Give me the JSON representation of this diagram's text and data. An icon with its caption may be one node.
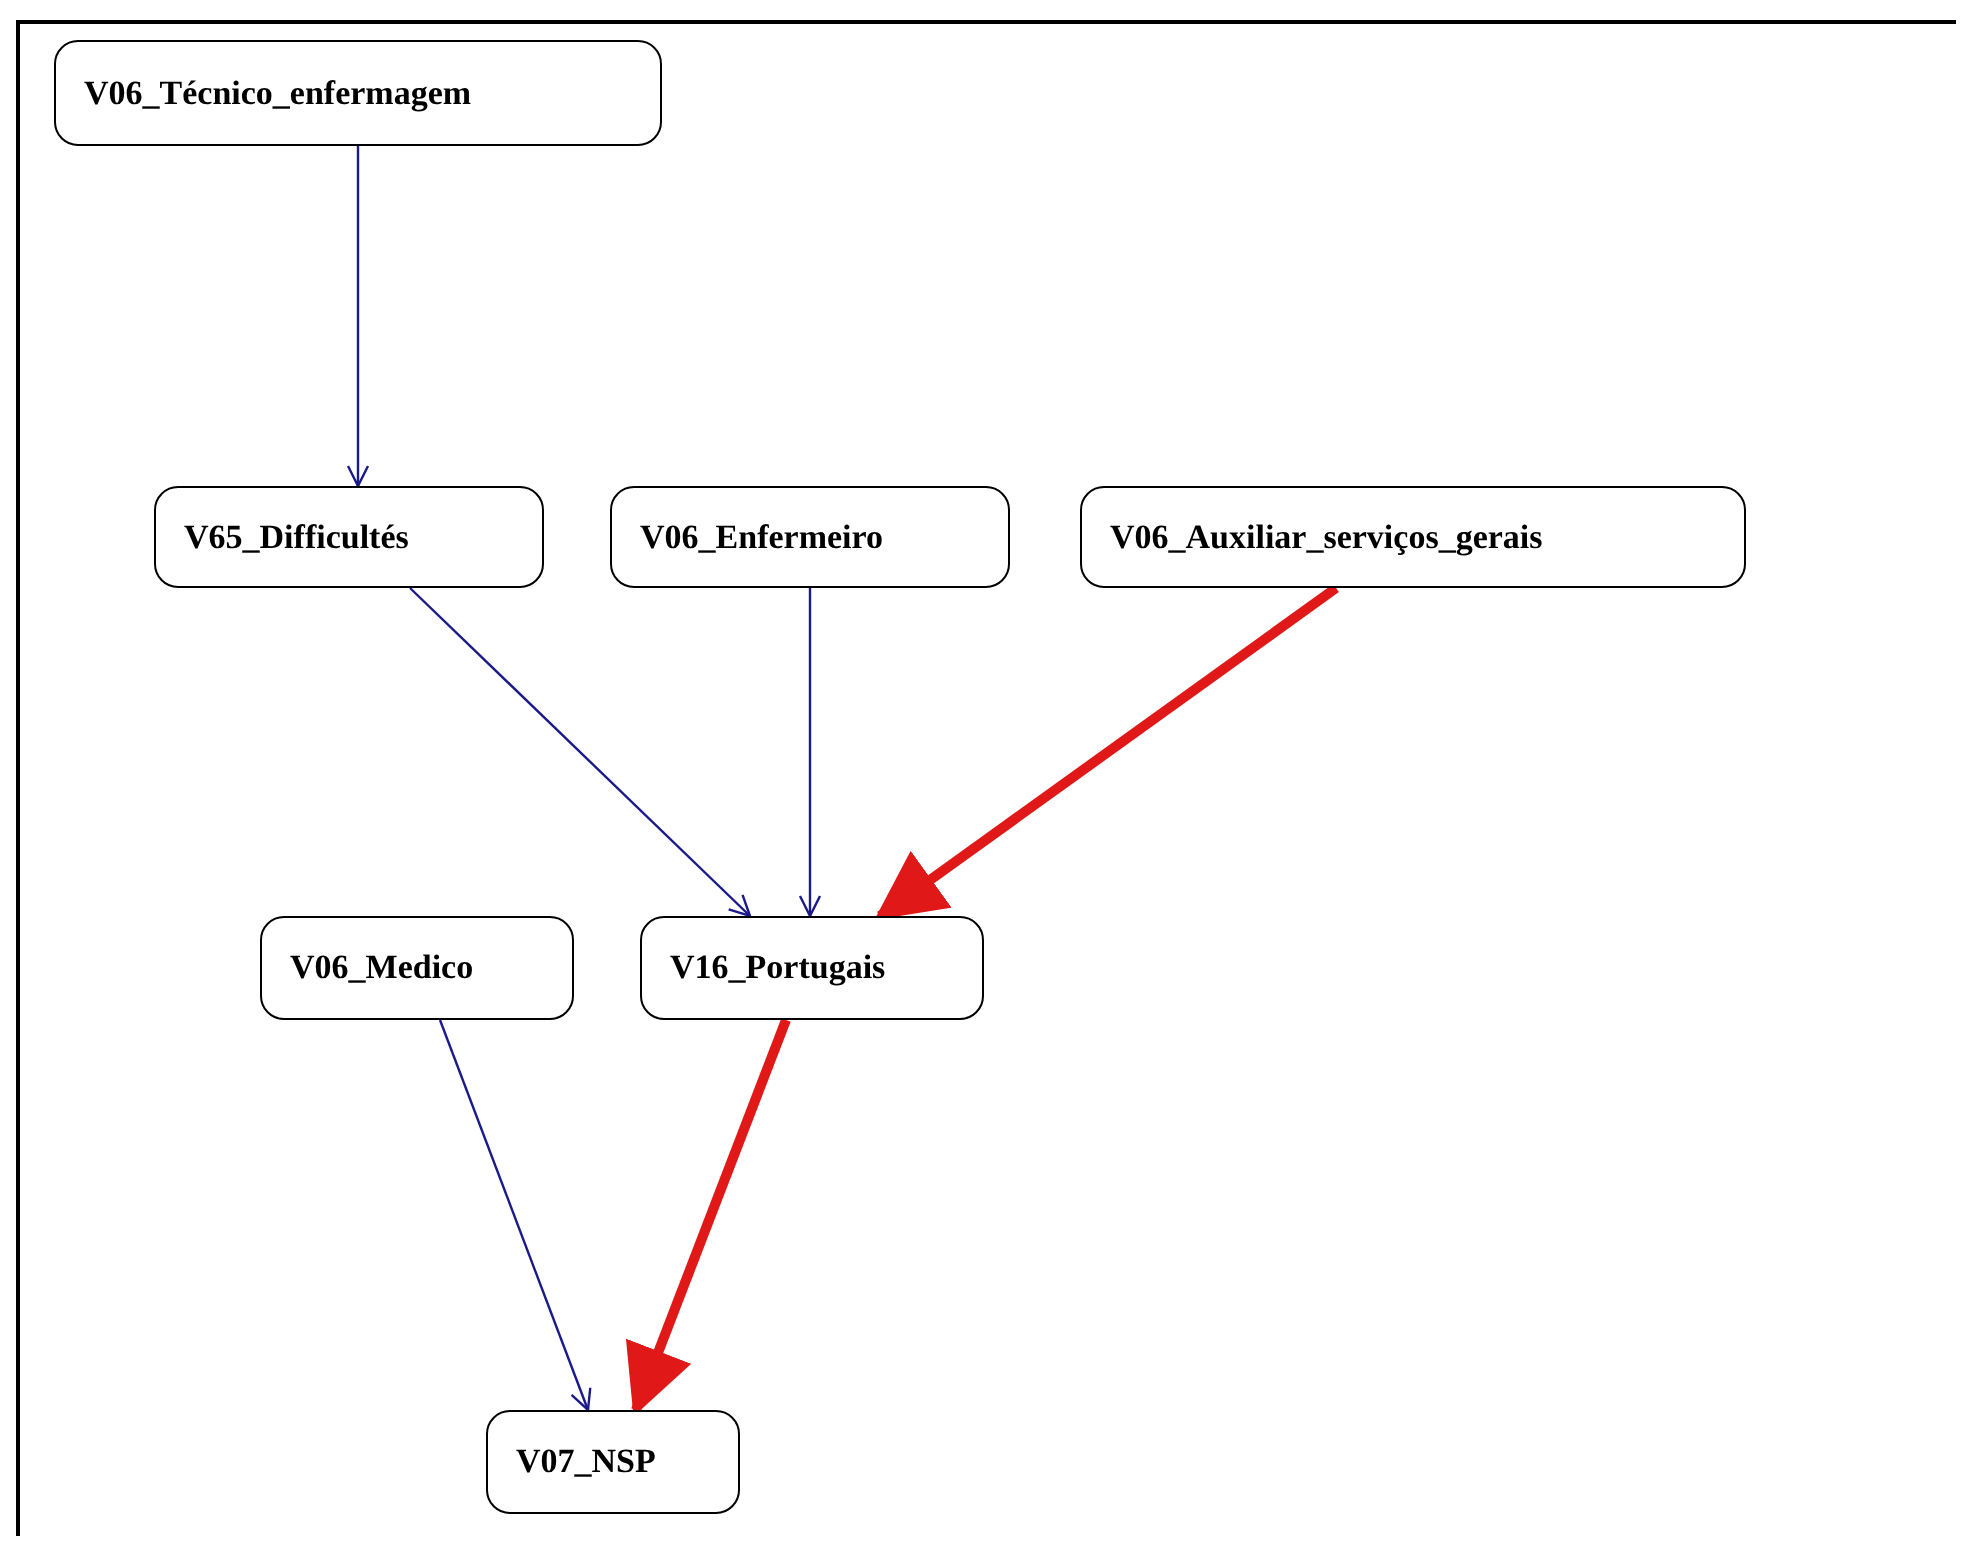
{
  "diagram": {
    "nodes": [
      {
        "text": [
          "V06_Técnico_enfermagem"
        ]
      },
      {
        "text": [
          "V65_Difficultés"
        ]
      },
      {
        "text": [
          "V06_Enfermeiro"
        ]
      },
      {
        "text": [
          "V06_Auxiliar_serviços_gerais"
        ]
      },
      {
        "text": [
          "V06_Medico"
        ]
      },
      {
        "text": [
          "V16_Portugais"
        ]
      },
      {
        "text": [
          "V07_NSP"
        ]
      }
    ],
    "edges": [
      {
        "from": 0,
        "to": 1,
        "arrow": "to"
      },
      {
        "from": 1,
        "to": 5,
        "arrow": "to"
      },
      {
        "from": 2,
        "to": 5,
        "arrow": "to"
      },
      {
        "from": 3,
        "to": 5,
        "arrow": "to",
        "style": "thick",
        "color": "#e01818"
      },
      {
        "from": 5,
        "to": 6,
        "arrow": "to",
        "style": "thick",
        "color": "#e01818"
      },
      {
        "from": 4,
        "to": 6,
        "arrow": "to"
      }
    ]
  }
}
